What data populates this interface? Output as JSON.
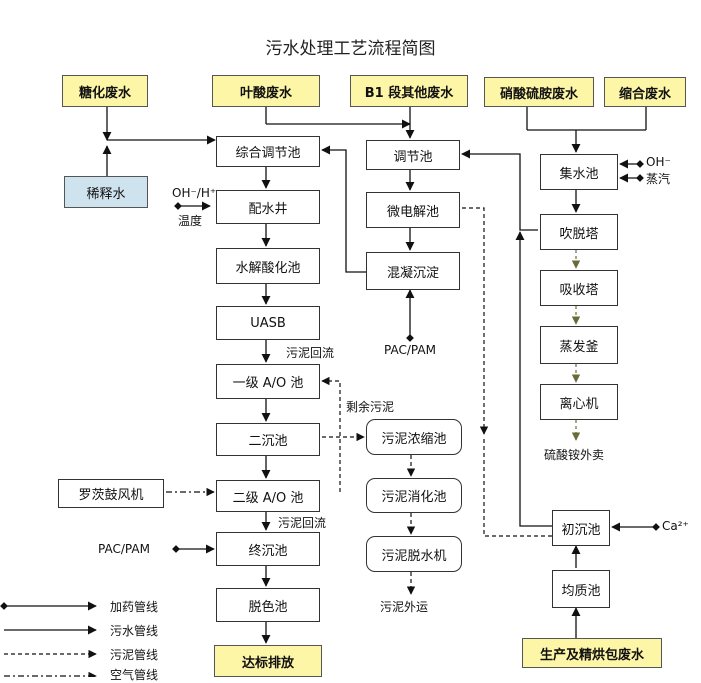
{
  "title": "污水处理工艺流程简图",
  "sources": {
    "tanghua": "糖化废水",
    "yesuan": "叶酸废水",
    "b1": "B1 段其他废水",
    "xiaosuan": "硝酸硫胺废水",
    "suohe": "缩合废水",
    "shengchan": "生产及精烘包废水"
  },
  "left_chain": {
    "xishui": "稀释水",
    "zonghe": "综合调节池",
    "peishui": "配水井",
    "shuijie": "水解酸化池",
    "uasb": "UASB",
    "ao1": "一级 A/O 池",
    "erchen": "二沉池",
    "ao2": "二级 A/O 池",
    "zhongchen": "终沉池",
    "tuose": "脱色池",
    "dabiao": "达标排放",
    "fengji": "罗茨鼓风机"
  },
  "middle_chain": {
    "tiaojie": "调节池",
    "weidian": "微电解池",
    "hunning": "混凝沉淀",
    "nongsuo": "污泥浓缩池",
    "xiaohua": "污泥消化池",
    "tuoshui": "污泥脱水机"
  },
  "right_chain": {
    "jishui": "集水池",
    "chuitu": "吹脱塔",
    "xishou": "吸收塔",
    "zhengfa": "蒸发釜",
    "lixin": "离心机",
    "chuchen": "初沉池",
    "junzhi": "均质池"
  },
  "labels": {
    "oh_h": "OH⁻/H⁺",
    "wendu": "温度",
    "oh": "OH⁻",
    "zhengqi": "蒸汽",
    "ca": "Ca²⁺",
    "pac1": "PAC/PAM",
    "pac2": "PAC/PAM",
    "huiliu1": "污泥回流",
    "huiliu2": "污泥回流",
    "shengyu": "剩余污泥",
    "waiyun": "污泥外运",
    "waimai": "硫酸铵外卖"
  },
  "legend": {
    "jiayao": "加药管线",
    "wushui": "污水管线",
    "wuni": "污泥管线",
    "kongqi": "空气管线"
  }
}
